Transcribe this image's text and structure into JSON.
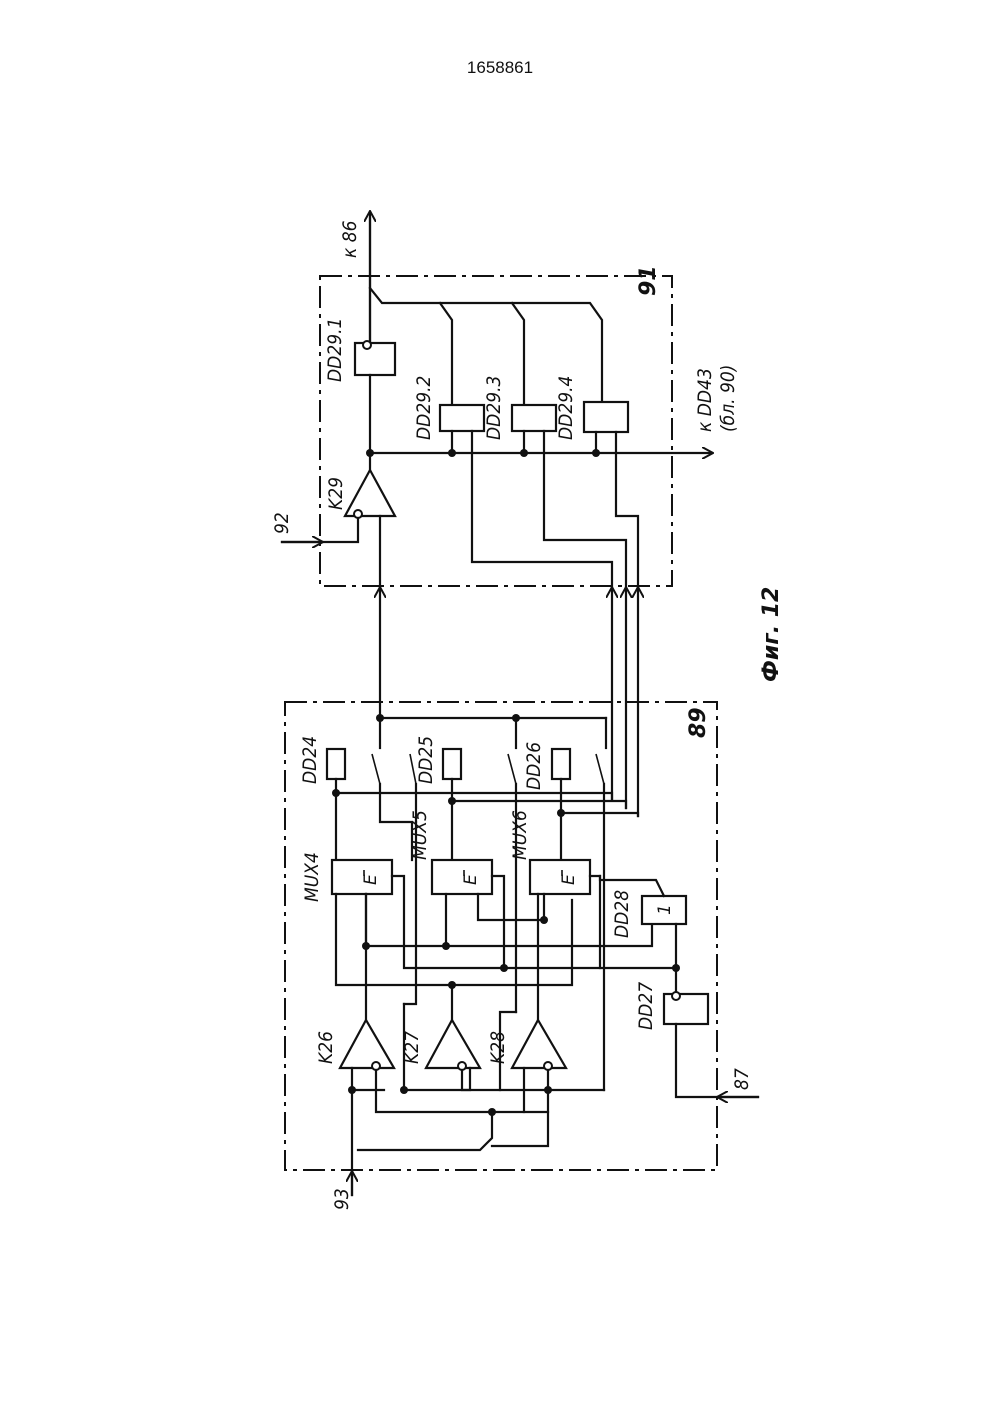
{
  "page_number": "1658861",
  "figure_caption": "Фиг. 12",
  "blocks": {
    "b89": "89",
    "b91": "91"
  },
  "terminals": {
    "out86": "к 86",
    "in92": "92",
    "in93": "93",
    "in87": "87",
    "to_dd43": "к DD43",
    "to_dd43_note": "(бл. 90)"
  },
  "elements": {
    "dd29_1": "DD29.1",
    "dd29_2": "DD29.2",
    "dd29_3": "DD29.3",
    "dd29_4": "DD29.4",
    "k29": "K29",
    "dd24": "DD24",
    "dd25": "DD25",
    "dd26": "DD26",
    "mux4": "MUX4",
    "mux5": "MUX5",
    "mux6": "MUX6",
    "dd28": "DD28",
    "dd27": "DD27",
    "k26": "K26",
    "k27": "K27",
    "k28": "K28",
    "enable": "E",
    "or_one": "1"
  }
}
